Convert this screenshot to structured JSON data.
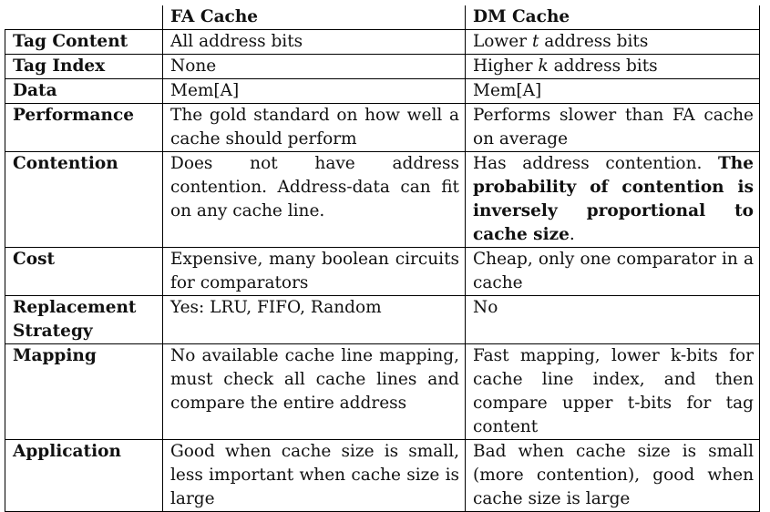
{
  "header": {
    "col1": "",
    "col2": "FA Cache",
    "col3": "DM Cache"
  },
  "rows": [
    {
      "label": "Tag Content",
      "fa": "All address bits",
      "dm_pre": "Lower ",
      "dm_var": "t",
      "dm_post": " address bits"
    },
    {
      "label": "Tag Index",
      "fa": "None",
      "dm_pre": "Higher ",
      "dm_var": "k",
      "dm_post": " address bits"
    },
    {
      "label": "Data",
      "fa": "Mem[A]",
      "dm": "Mem[A]"
    },
    {
      "label": "Performance",
      "fa": "The gold standard on how well a cache should perform",
      "dm": "Performs slower than FA cache on average"
    },
    {
      "label": "Contention",
      "fa": "Does not have address contention. Address-data can fit on any cache line.",
      "dm_plain": "Has address contention.",
      "dm_bold": "The probability of contention is inversely proportional to cache size",
      "dm_end": "."
    },
    {
      "label": "Cost",
      "fa": "Expensive, many boolean circuits for comparators",
      "dm": "Cheap, only one comparator in a cache"
    },
    {
      "label": "Replacement Strategy",
      "fa": "Yes: LRU, FIFO, Random",
      "dm": "No"
    },
    {
      "label": "Mapping",
      "fa": "No available cache line mapping, must check all cache lines and compare the entire address",
      "dm": "Fast mapping, lower k-bits for cache line index, and then compare upper t-bits for tag content"
    },
    {
      "label": "Application",
      "fa": "Good when cache size is small, less important when cache size is large",
      "dm": "Bad when cache size is small (more contention), good when cache size is large"
    }
  ]
}
